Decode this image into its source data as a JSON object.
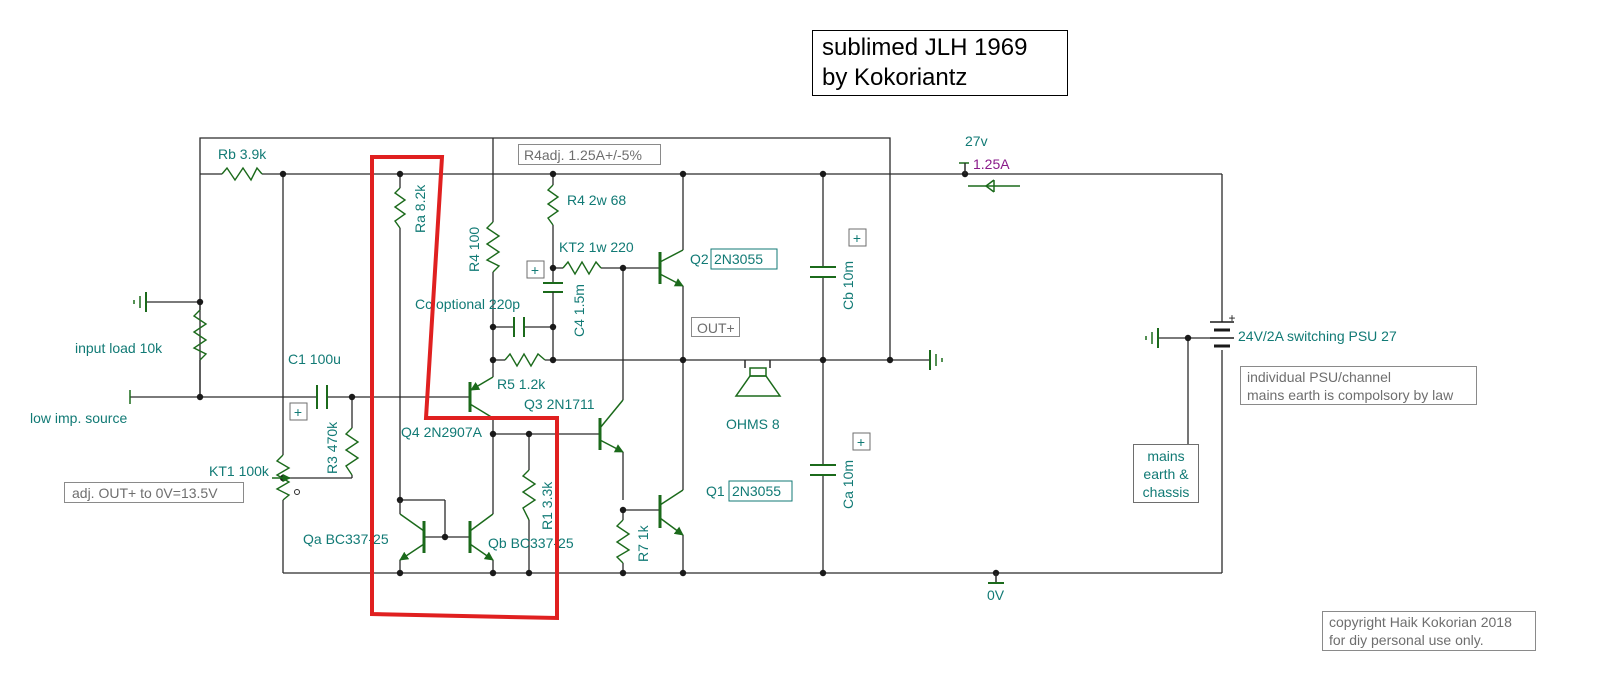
{
  "title": {
    "line1": "sublimed JLH 1969",
    "line2": "by Kokoriantz"
  },
  "colors": {
    "wire": "#2b2b2b",
    "component": "#1b6a1b",
    "label": "#117a75",
    "note": "#6e6e6e",
    "highlight": "#e02020",
    "current": "#8a1a8a"
  },
  "labels": {
    "rb": "Rb 3.9k",
    "ra": "Ra 8.2k",
    "r4_100": "R4 100",
    "r4_2w": "R4 2w 68",
    "kt2": "KT2 1w 220",
    "q2": "Q2",
    "q2_part": "2N3055",
    "cb": "Cb 10m",
    "c4": "C4 1.5m",
    "cc": "Cc optional 220p",
    "input_load": "input load 10k",
    "c1": "C1  100u",
    "r5": "R5 1.2k",
    "low_imp": "low imp. source",
    "r3": "R3 470k",
    "q3": "Q3 2N1711",
    "q4": "Q4 2N2907A",
    "kt1": "KT1 100k",
    "r1": "R1 3.3k",
    "q1": "Q1",
    "q1_part": "2N3055",
    "ca": "Ca 10m",
    "r7": "R7 1k",
    "qa": "Qa BC337-25",
    "qb": "Qb BC337-25",
    "ohms": "OHMS 8",
    "zero_v": "0V",
    "psu": "24V/2A switching PSU 27",
    "v27": "27v",
    "current": "1.25A",
    "plus": "+"
  },
  "notes": {
    "r4adj": "R4adj. 1.25A+/-5%",
    "out_plus": "OUT+",
    "adj": "adj.  OUT+ to 0V=13.5V",
    "individual_psu": [
      "individual PSU/channel",
      "mains earth is compolsory by law"
    ],
    "mains": [
      "mains",
      "earth &",
      "chassis"
    ],
    "copyright": [
      "copyright Haik Kokorian 2018",
      "for diy personal use only."
    ]
  }
}
